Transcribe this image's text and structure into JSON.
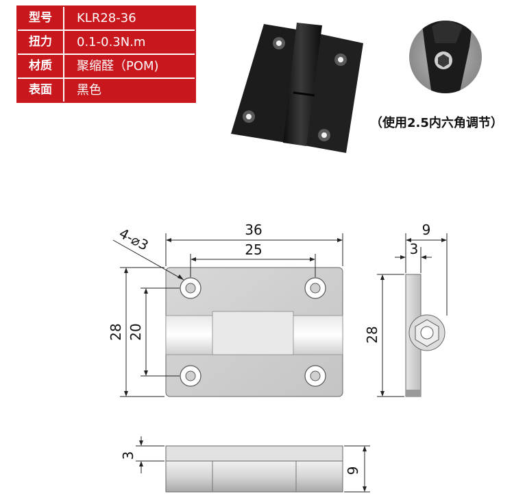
{
  "specs": [
    {
      "key": "型号",
      "value": "KLR28-36"
    },
    {
      "key": "扭力",
      "value": "0.1-0.3N.m"
    },
    {
      "key": "材质",
      "value": "聚缩醛（POM)"
    },
    {
      "key": "表面",
      "value": "黑色"
    }
  ],
  "note": "（使用2.5内六角调节）",
  "dims": {
    "width": "36",
    "hole_spacing_x": "25",
    "height": "28",
    "hole_spacing_y": "20",
    "holes": "4-⌀3",
    "side_height": "28",
    "side_depth": "9",
    "side_plate": "3",
    "bottom_plate": "3",
    "bottom_depth": "9"
  },
  "colors": {
    "table_red": "#c8171d",
    "hinge_black": "#1a1a1a"
  }
}
